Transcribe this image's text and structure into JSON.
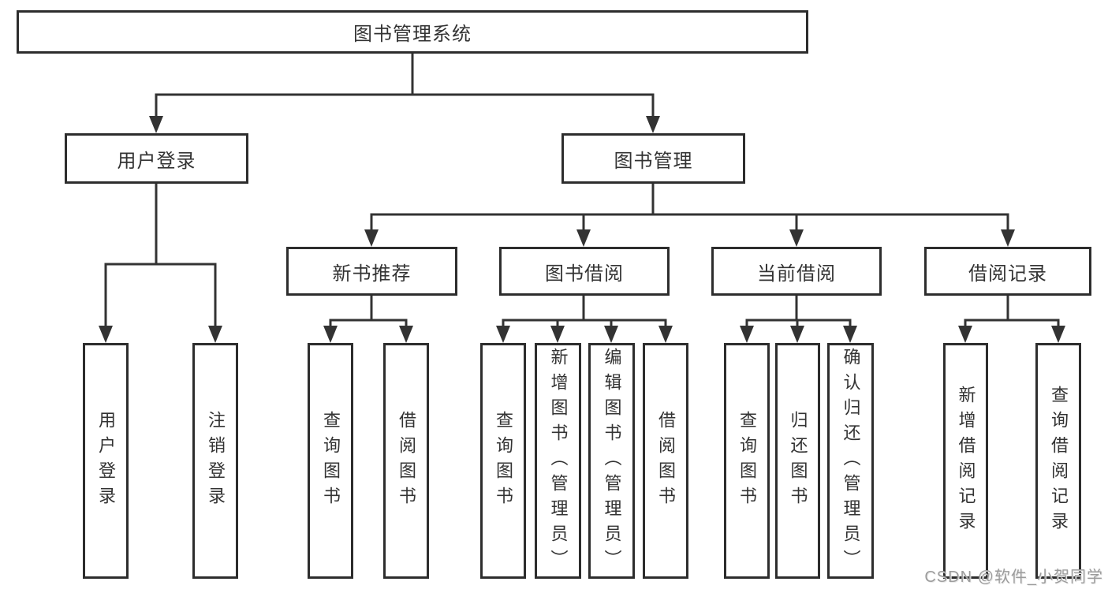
{
  "diagram": {
    "title_node": "图书管理系统",
    "level2": {
      "user_login": "用户登录",
      "book_management": "图书管理"
    },
    "level3": {
      "new_book_recommendation": "新书推荐",
      "book_borrowing": "图书借阅",
      "current_borrowing": "当前借阅",
      "borrowing_records": "借阅记录"
    },
    "leaves": {
      "user_login": "用户登录",
      "logout": "注销登录",
      "nb_query_books": "查询图书",
      "nb_borrow_books": "借阅图书",
      "bb_query_books": "查询图书",
      "bb_add_books_admin": "新增图书（管理员）",
      "bb_edit_books_admin": "编辑图书（管理员）",
      "bb_borrow_books": "借阅图书",
      "cb_query_books": "查询图书",
      "cb_return_books": "归还图书",
      "cb_confirm_return_admin": "确认归还（管理员）",
      "br_add_borrow_record": "新增借阅记录",
      "br_query_borrow_record": "查询借阅记录"
    },
    "colors": {
      "line": "#333333",
      "box_border": "#2d2d2d",
      "box_fill": "#ffffff",
      "text": "#333333",
      "watermark": "#9c9c9c"
    }
  },
  "watermark": {
    "text": "CSDN @软件_小贺同学"
  }
}
